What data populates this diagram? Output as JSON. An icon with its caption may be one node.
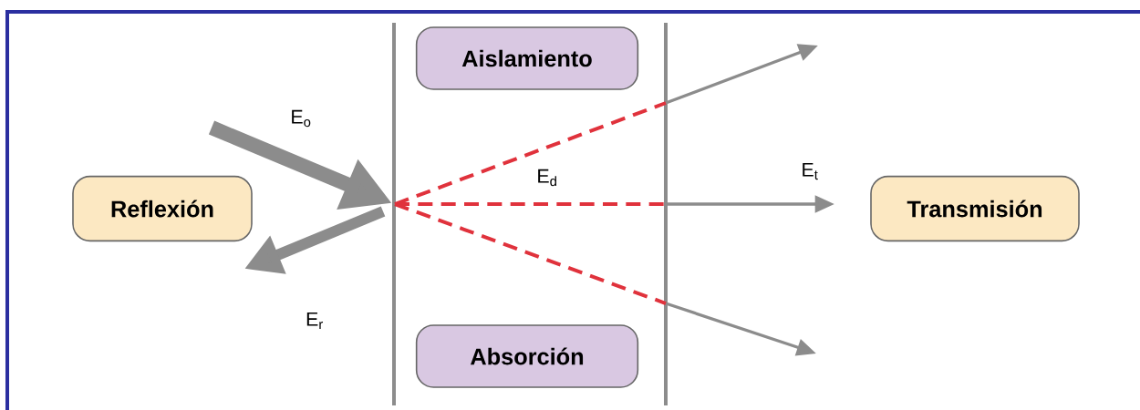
{
  "diagram": {
    "nodes": [
      {
        "text": [
          "Aislamiento"
        ]
      },
      {
        "text": [
          "Reflexión"
        ]
      },
      {
        "text": [
          "Transmisión"
        ]
      },
      {
        "text": [
          "Absorción"
        ]
      }
    ],
    "labels": [
      "E$_{o}$",
      "E$_{d}$",
      "E$_{t}$",
      "E$_{r}$"
    ]
  }
}
